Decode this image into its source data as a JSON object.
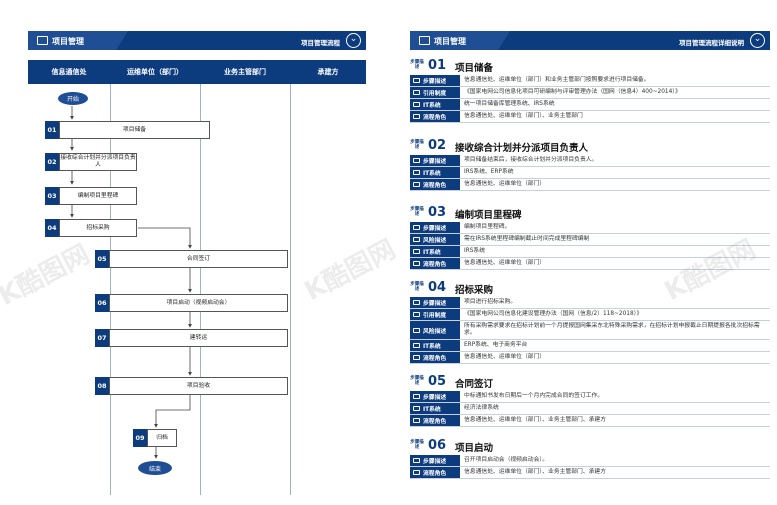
{
  "left": {
    "header": {
      "title": "项目管理",
      "subtitle": "项目管理流程"
    },
    "columns": [
      "信息通信处",
      "运维单位（部门）",
      "业务主管部门",
      "承建方"
    ],
    "start": "开始",
    "end": "结束",
    "steps": [
      {
        "num": "01",
        "text": "项目储备"
      },
      {
        "num": "02",
        "text": "接收综合计划并分派项目负责人"
      },
      {
        "num": "03",
        "text": "编制项目里程碑"
      },
      {
        "num": "04",
        "text": "招标采购"
      },
      {
        "num": "05",
        "text": "合同签订"
      },
      {
        "num": "06",
        "text": "项目启动（视频启动会）"
      },
      {
        "num": "07",
        "text": "建转运"
      },
      {
        "num": "08",
        "text": "项目验收"
      },
      {
        "num": "09",
        "text": "归档"
      }
    ]
  },
  "right": {
    "header": {
      "title": "项目管理",
      "subtitle": "项目管理流程详细说明"
    },
    "step_label": "步骤描述",
    "keys": {
      "desc": "步骤描述",
      "rule": "引用制度",
      "it": "IT系统",
      "role": "流程角色",
      "risk": "风险描述"
    },
    "steps": [
      {
        "num": "01",
        "name": "项目储备",
        "rows": [
          {
            "key": "步骤描述",
            "val": "信息通信处、运维单位（部门）和业务主管部门按照要求进行项目储备。"
          },
          {
            "key": "引用制度",
            "val": "《国家电网公司信息化项目可研编制与评审管理办法（国网（信息4）400~2014）》"
          },
          {
            "key": "IT系统",
            "val": "统一项目储备库管理系统、IRS系统"
          },
          {
            "key": "流程角色",
            "val": "信息通信处、运维单位（部门）、业务主管部门"
          }
        ]
      },
      {
        "num": "02",
        "name": "接收综合计划并分派项目负责人",
        "rows": [
          {
            "key": "步骤描述",
            "val": "项目储备结束后，接收综合计划并分派项目负责人。"
          },
          {
            "key": "IT系统",
            "val": "IRS系统、ERP系统"
          },
          {
            "key": "流程角色",
            "val": "信息通信处、运维单位（部门）"
          }
        ]
      },
      {
        "num": "03",
        "name": "编制项目里程碑",
        "rows": [
          {
            "key": "步骤描述",
            "val": "编制项目里程碑。"
          },
          {
            "key": "风险描述",
            "val": "需在IRS系统里程碑编制截止时间完成里程碑编制"
          },
          {
            "key": "IT系统",
            "val": "IRS系统"
          },
          {
            "key": "流程角色",
            "val": "信息通信处、运维单位（部门）"
          }
        ]
      },
      {
        "num": "04",
        "name": "招标采购",
        "rows": [
          {
            "key": "步骤描述",
            "val": "项目进行招标采购。"
          },
          {
            "key": "引用制度",
            "val": "《国家电网公司信息化建设管理办法（国网（信息/2）118~2018）》"
          },
          {
            "key": "风险描述",
            "val": "所有采购需求要求在招标计划前一个月提报国网集采东北特殊采购需求，在招标计划申报截止日期提报各批次招标需求。"
          },
          {
            "key": "IT系统",
            "val": "ERP系统、电子商务平台"
          },
          {
            "key": "流程角色",
            "val": "信息通信处、运维单位（部门）"
          }
        ]
      },
      {
        "num": "05",
        "name": "合同签订",
        "rows": [
          {
            "key": "步骤描述",
            "val": "中标通知书发布日期后一个月内完成合同的签订工作。"
          },
          {
            "key": "IT系统",
            "val": "经济法律系统"
          },
          {
            "key": "流程角色",
            "val": "信息通信处、运维单位（部门）、业务主管部门、承建方"
          }
        ]
      },
      {
        "num": "06",
        "name": "项目启动",
        "rows": [
          {
            "key": "步骤描述",
            "val": "召开项目启动会（视频启动会）。"
          },
          {
            "key": "流程角色",
            "val": "信息通信处、运维单位（部门）、业务主管部门、承建方"
          }
        ]
      }
    ]
  },
  "watermark": "酷图网 www.ikutu.com"
}
